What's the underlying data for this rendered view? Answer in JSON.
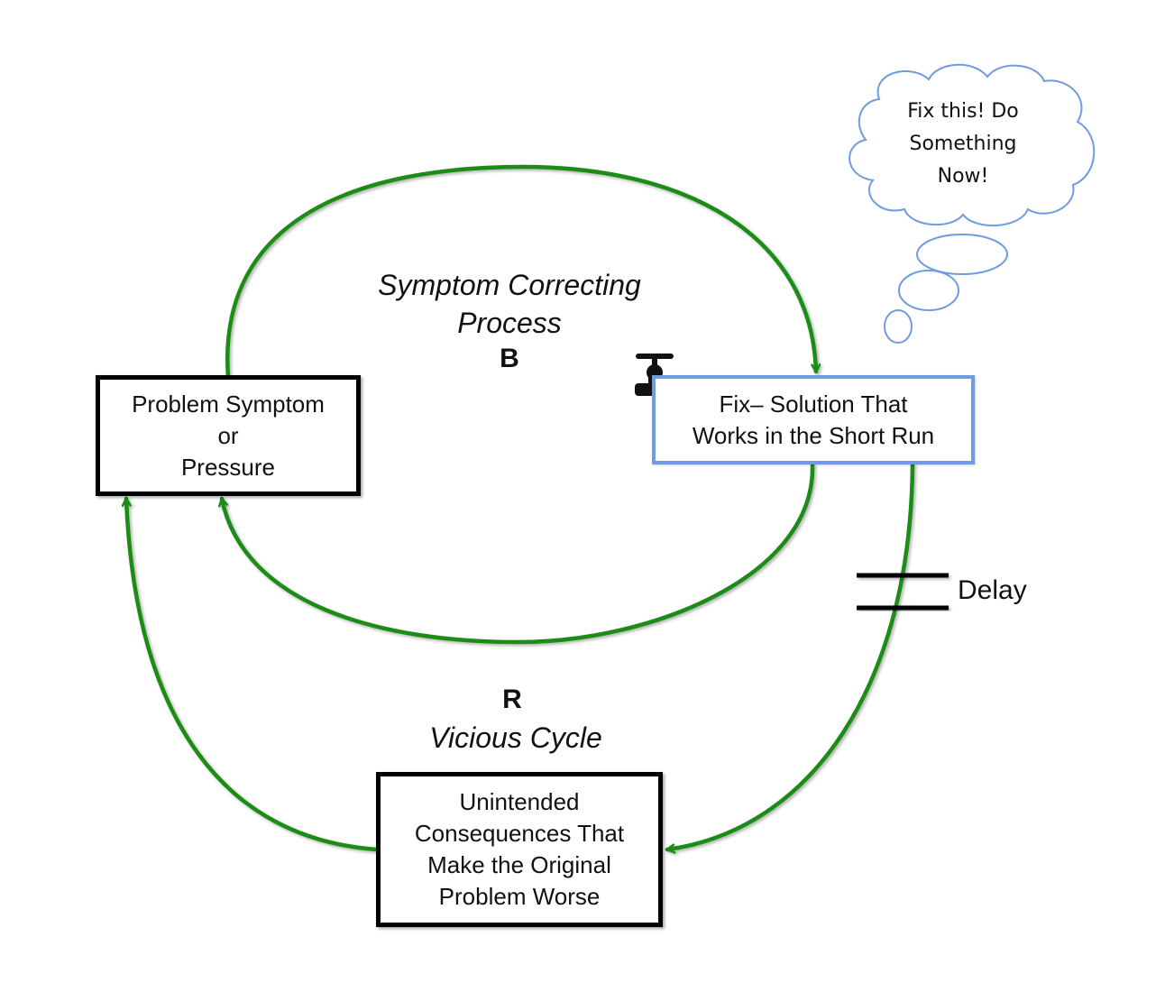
{
  "diagram": {
    "nodes": {
      "problem": {
        "text": "Problem Symptom\nor\nPressure"
      },
      "fix": {
        "text": "Fix– Solution That\nWorks in the Short Run"
      },
      "consequences": {
        "text": "Unintended\nConsequences That\nMake the Original\nProblem Worse"
      }
    },
    "loops": {
      "balancing": {
        "name": "Symptom Correcting\nProcess",
        "letter": "B"
      },
      "reinforcing": {
        "letter": "R",
        "name": "Vicious Cycle"
      }
    },
    "delay_label": "Delay",
    "thought_bubble": {
      "text": "Fix this! Do\nSomething\nNow!"
    },
    "icons": {
      "fix_icon": "valve-icon"
    },
    "colors": {
      "arrow": "#1a8c14",
      "fix_border": "#6f9be0",
      "cloud_stroke": "#6f9be0",
      "box_border": "#000000"
    }
  }
}
